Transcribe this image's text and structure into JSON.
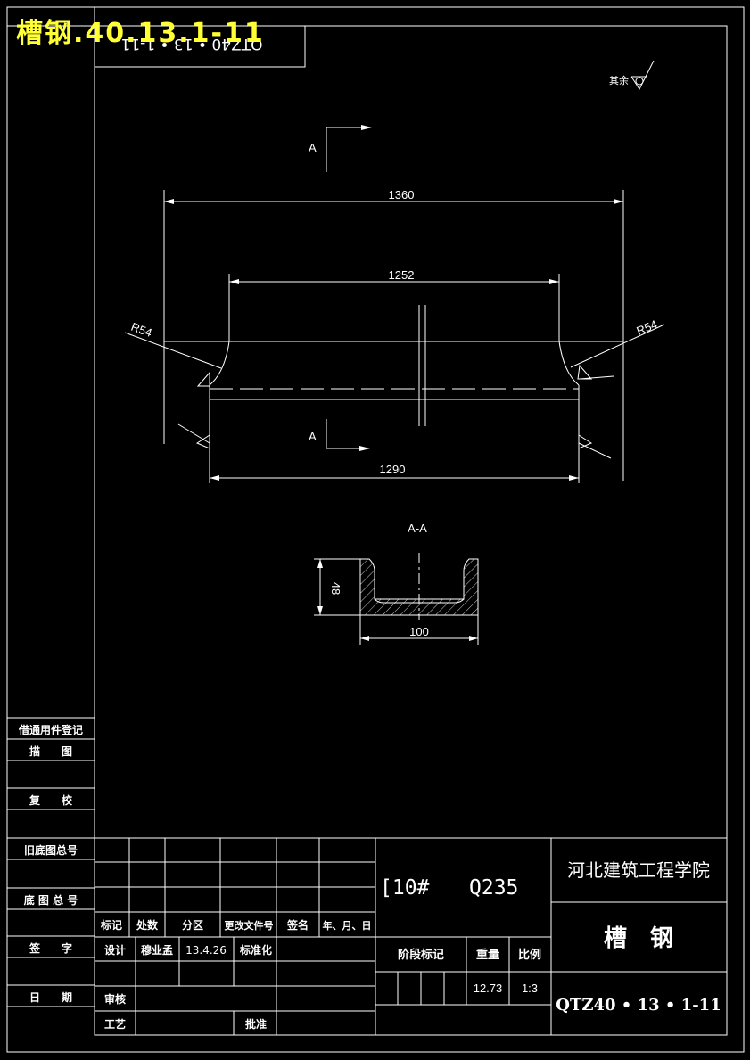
{
  "drawing": {
    "overlay_title": "槽钢.40.13.1-11",
    "corner_code": "QTZ40 • 13 • 1-11",
    "roughness_note": "其余",
    "section_mark": "A",
    "section_title": "A-A",
    "dims": {
      "overall": "1360",
      "inner": "1252",
      "bottom": "1290",
      "radius_left": "R54",
      "radius_right": "R54",
      "height": "48",
      "width": "100"
    }
  },
  "left_column": {
    "items": [
      "借通用件登记",
      "描　　图",
      "复　　校",
      "旧底图总号",
      "底 图 总 号",
      "签　　字",
      "日　　期"
    ]
  },
  "title_block": {
    "material_spec": "[10#",
    "material_grade": "Q235",
    "school": "河北建筑工程学院",
    "part_name": "槽　钢",
    "drawing_number": "QTZ40 • 13 • 1-11",
    "stage_label": "阶段标记",
    "weight_label": "重量",
    "scale_label": "比例",
    "weight_value": "12.73",
    "scale_value": "1:3",
    "row_headers": {
      "mark": "标记",
      "count": "处数",
      "zone": "分区",
      "change_doc": "更改文件号",
      "sign": "签名",
      "date": "年、月、日"
    },
    "design_label": "设计",
    "designer": "穆业孟",
    "design_date": "13.4.26",
    "standard_label": "标准化",
    "review_label": "审核",
    "process_label": "工艺",
    "approve_label": "批准"
  }
}
